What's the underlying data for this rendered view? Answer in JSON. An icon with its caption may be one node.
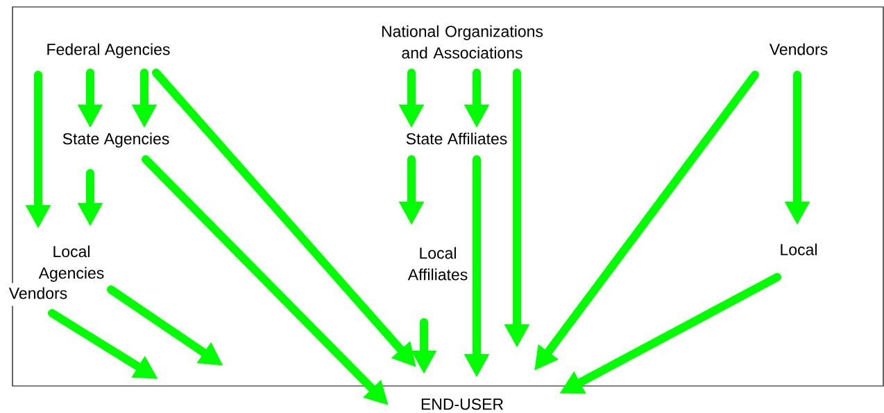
{
  "diagram": {
    "nodes": [
      {
        "text": [
          "Federal Agencies"
        ]
      },
      {
        "text": [
          "National Organizations and Associations"
        ]
      },
      {
        "text": [
          "Vendors"
        ]
      },
      {
        "text": [
          "State Agencies"
        ]
      },
      {
        "text": [
          "State Affiliates"
        ]
      },
      {
        "text": [
          "Local Agencies"
        ]
      },
      {
        "text": [
          "Local Affiliates"
        ]
      },
      {
        "text": [
          "Local"
        ]
      },
      {
        "text": [
          "Vendors"
        ]
      },
      {
        "text": [
          "END-USER"
        ]
      }
    ],
    "edges": [
      {
        "from": 0,
        "to": 5,
        "arrow": "to"
      },
      {
        "from": 0,
        "to": 3,
        "arrow": "to"
      },
      {
        "from": 0,
        "to": 3,
        "arrow": "to"
      },
      {
        "from": 0,
        "to": 9,
        "arrow": "to"
      },
      {
        "from": 3,
        "to": 5,
        "arrow": "to"
      },
      {
        "from": 3,
        "to": 9,
        "arrow": "to"
      },
      {
        "from": 8,
        "to": null,
        "arrow": "to"
      },
      {
        "from": 5,
        "to": null,
        "arrow": "to"
      },
      {
        "from": 1,
        "to": 4,
        "arrow": "to"
      },
      {
        "from": 1,
        "to": 4,
        "arrow": "to"
      },
      {
        "from": 1,
        "to": 9,
        "arrow": "to"
      },
      {
        "from": 4,
        "to": 6,
        "arrow": "to"
      },
      {
        "from": 4,
        "to": 9,
        "arrow": "to"
      },
      {
        "from": 6,
        "to": 9,
        "arrow": "to"
      },
      {
        "from": 2,
        "to": 9,
        "arrow": "to"
      },
      {
        "from": 2,
        "to": 7,
        "arrow": "to"
      },
      {
        "from": 7,
        "to": 9,
        "arrow": "to"
      }
    ]
  }
}
